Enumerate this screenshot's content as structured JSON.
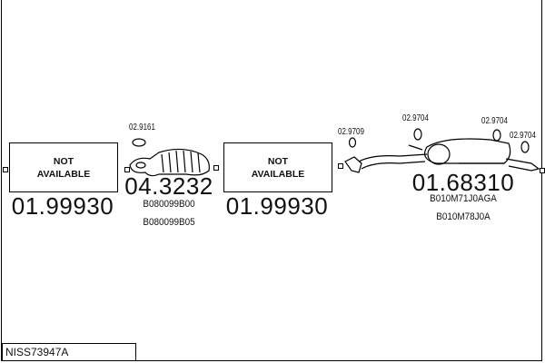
{
  "diagram_label": "NISS73947A",
  "parts": [
    {
      "box": {
        "line1": "NOT",
        "line2": "AVAILABLE"
      },
      "number": "01.99930"
    },
    {
      "number": "04.3232",
      "codes": [
        "B080099B00",
        "B080099B05"
      ],
      "accessory": "02.9161"
    },
    {
      "box": {
        "line1": "NOT",
        "line2": "AVAILABLE"
      },
      "number": "01.99930"
    },
    {
      "number": "01.68310",
      "codes": [
        "B010M71J0AGA",
        "B010M78J0A"
      ],
      "accessories": [
        "02.9709",
        "02.9704",
        "02.9704",
        "02.9704"
      ]
    }
  ]
}
